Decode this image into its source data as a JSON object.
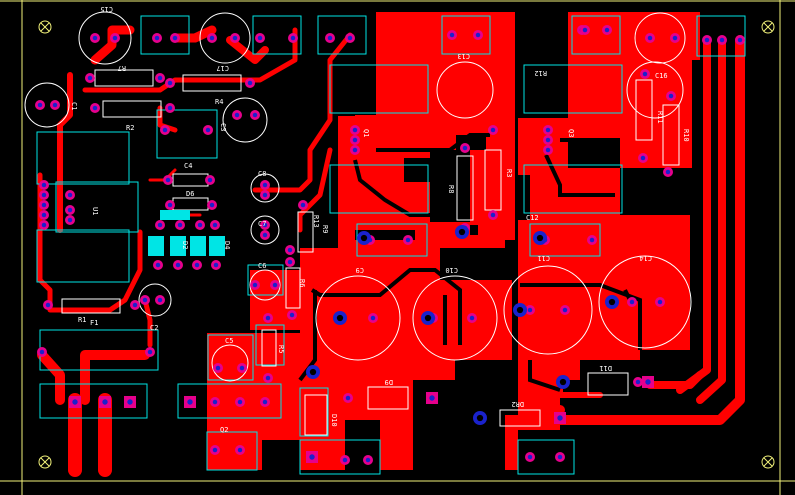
{
  "colors": {
    "background": "#000000",
    "copper": "#ff0000",
    "silkscreen": "#ffffff",
    "outline": "#00e5e5",
    "pad": "#e6008c",
    "drill": "#1a22cc",
    "board_edge": "#f2f27a"
  },
  "designators": {
    "c15": "C15",
    "c1": "C1",
    "c17": "C17",
    "c13": "C13",
    "c16": "C16",
    "c12": "C12",
    "c11": "C11",
    "c14": "C14",
    "c10": "C10",
    "c9": "C9",
    "c8": "C8",
    "c7": "C7",
    "c6": "C6",
    "c5": "C5",
    "c4": "C4",
    "c3": "C3",
    "c2": "C2",
    "r1": "R1",
    "r2": "R2",
    "r3": "R3",
    "r4": "R4",
    "r5": "R5",
    "r6": "R6",
    "r7": "R7",
    "r8": "R8",
    "r9": "R9",
    "r10": "R10",
    "r11": "R11",
    "r12": "R12",
    "r13": "R13",
    "d6": "D6",
    "d2": "D2",
    "d4": "D4",
    "d9": "D9",
    "d10": "D10",
    "dr2": "DR2",
    "d11": "D11",
    "q1": "Q1",
    "q2": "Q2",
    "q3": "Q3",
    "u1": "U1",
    "f1": "F1"
  }
}
